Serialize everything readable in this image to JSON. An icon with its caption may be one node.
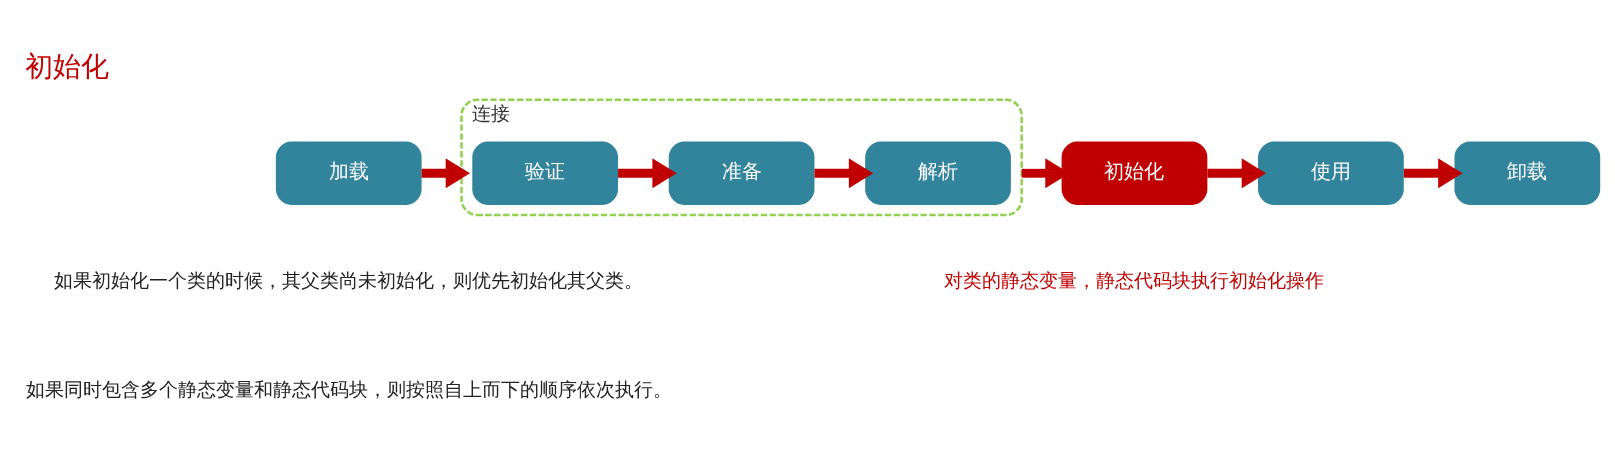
{
  "diagram": {
    "title": "初始化",
    "nodes": [
      {
        "text": [
          "加载"
        ]
      },
      {
        "text": [
          "连接"
        ]
      },
      {
        "text": [
          "验证"
        ],
        "in": 1
      },
      {
        "text": [
          "准备"
        ],
        "in": 1
      },
      {
        "text": [
          "解析"
        ],
        "in": 1
      },
      {
        "text": [
          "初始化"
        ],
        "beside": [
          "对类的静态变量，静态代码块执行初始化操作"
        ]
      },
      {
        "text": [
          "使用"
        ]
      },
      {
        "text": [
          "卸载"
        ]
      }
    ],
    "edges": [
      {
        "from": 0,
        "to": 1,
        "arrow": "to"
      },
      {
        "from": 2,
        "to": 3,
        "arrow": "to"
      },
      {
        "from": 3,
        "to": 4,
        "arrow": "to"
      },
      {
        "from": 1,
        "to": 5,
        "arrow": "to"
      },
      {
        "from": 5,
        "to": 6,
        "arrow": "to"
      },
      {
        "from": 6,
        "to": 7,
        "arrow": "to"
      }
    ],
    "labels": [
      "如果初始化一个类的时候，其父类尚未初始化，则优先初始化其父类。",
      "如果同时包含多个静态变量和静态代码块，则按照自上而下的顺序依次执行。"
    ]
  }
}
